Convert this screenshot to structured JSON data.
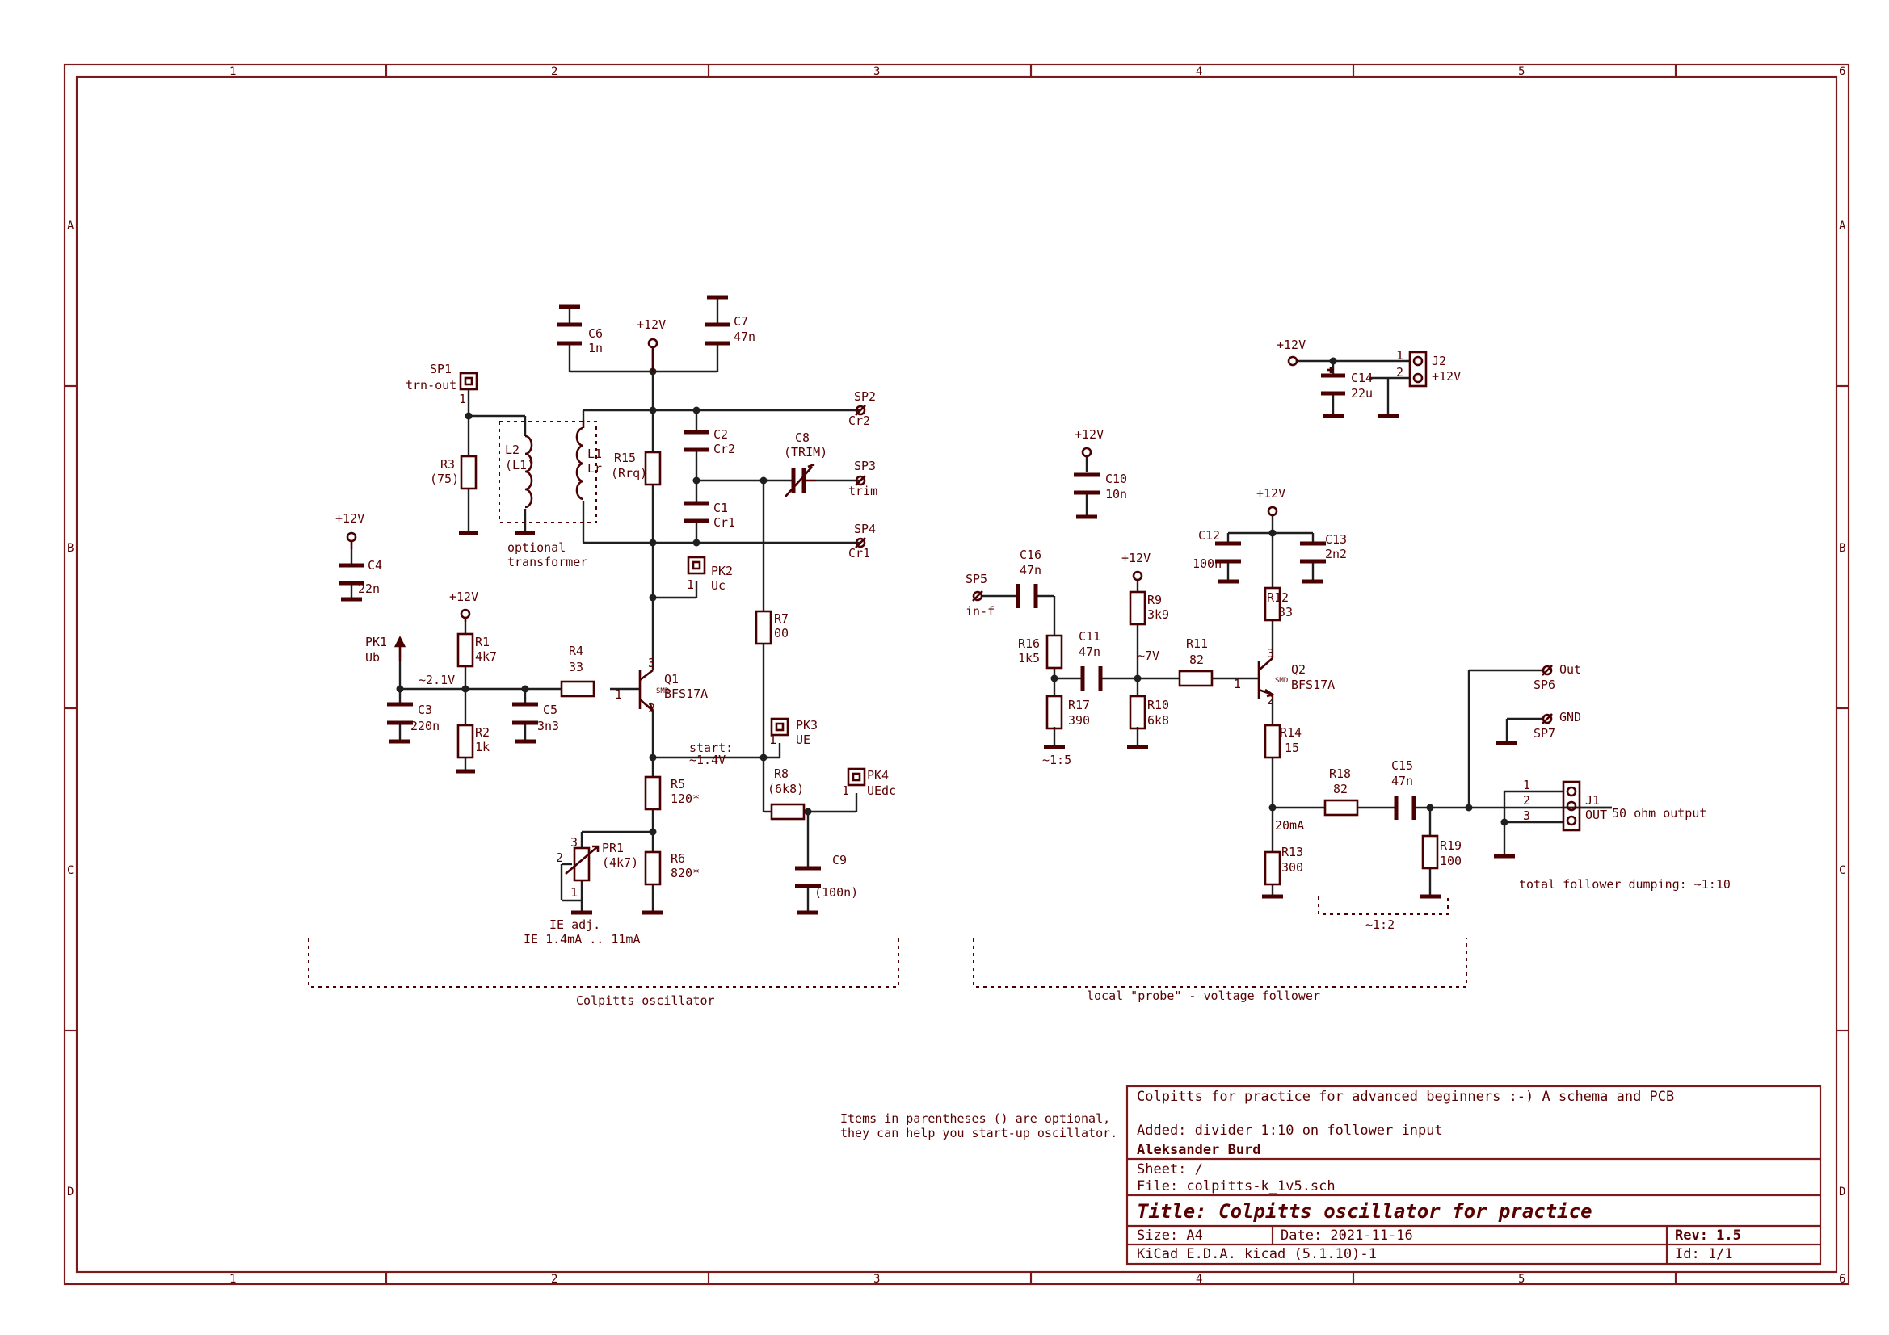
{
  "frame": {
    "columns": [
      "1",
      "2",
      "3",
      "4",
      "5",
      "6"
    ],
    "rows": [
      "A",
      "B",
      "C",
      "D"
    ]
  },
  "components": {
    "C6": {
      "ref": "C6",
      "value": "1n"
    },
    "C7": {
      "ref": "C7",
      "value": "47n"
    },
    "SP1": {
      "ref": "SP1",
      "value": "trn-out"
    },
    "SP2": {
      "ref": "SP2",
      "value": "Cr2"
    },
    "SP3": {
      "ref": "SP3",
      "value": "trim"
    },
    "SP4": {
      "ref": "SP4",
      "value": "Cr1"
    },
    "R3": {
      "ref": "R3",
      "value": "(75)"
    },
    "L2": {
      "ref": "L2",
      "value": "(L1)"
    },
    "L1": {
      "ref": "L1",
      "value": "Lr"
    },
    "R15": {
      "ref": "R15",
      "value": "(Rrq)"
    },
    "C2": {
      "ref": "C2",
      "value": "Cr2"
    },
    "C1": {
      "ref": "C1",
      "value": "Cr1"
    },
    "C8": {
      "ref": "C8",
      "value": "(TRIM)"
    },
    "PK2": {
      "ref": "PK2",
      "value": "Uc"
    },
    "C4": {
      "ref": "C4",
      "value": "22n"
    },
    "R1": {
      "ref": "R1",
      "value": "4k7"
    },
    "PK1": {
      "ref": "PK1",
      "value": "Ub"
    },
    "R4": {
      "ref": "R4",
      "value": "33"
    },
    "Q1": {
      "ref": "Q1",
      "value": "BFS17A"
    },
    "R7": {
      "ref": "R7",
      "value": "00"
    },
    "C3": {
      "ref": "C3",
      "value": "220n"
    },
    "R2": {
      "ref": "R2",
      "value": "1k"
    },
    "C5": {
      "ref": "C5",
      "value": "3n3"
    },
    "PK3": {
      "ref": "PK3",
      "value": "UE"
    },
    "R8": {
      "ref": "R8",
      "value": "(6k8)"
    },
    "PK4": {
      "ref": "PK4",
      "value": "UEdc"
    },
    "R5": {
      "ref": "R5",
      "value": "120*"
    },
    "R6": {
      "ref": "R6",
      "value": "820*"
    },
    "PR1": {
      "ref": "PR1",
      "value": "(4k7)"
    },
    "C9": {
      "ref": "C9",
      "value": "(100n)"
    },
    "C10": {
      "ref": "C10",
      "value": "10n"
    },
    "C12": {
      "ref": "C12",
      "value": "100n"
    },
    "C13": {
      "ref": "C13",
      "value": "2n2"
    },
    "C16": {
      "ref": "C16",
      "value": "47n"
    },
    "SP5": {
      "ref": "SP5",
      "value": "in-f"
    },
    "R9": {
      "ref": "R9",
      "value": "3k9"
    },
    "R12": {
      "ref": "R12",
      "value": "33"
    },
    "R16": {
      "ref": "R16",
      "value": "1k5"
    },
    "C11": {
      "ref": "C11",
      "value": "47n"
    },
    "R11": {
      "ref": "R11",
      "value": "82"
    },
    "Q2": {
      "ref": "Q2",
      "value": "BFS17A"
    },
    "R17": {
      "ref": "R17",
      "value": "390"
    },
    "R10": {
      "ref": "R10",
      "value": "6k8"
    },
    "R14": {
      "ref": "R14",
      "value": "15"
    },
    "R18": {
      "ref": "R18",
      "value": "82"
    },
    "C15": {
      "ref": "C15",
      "value": "47n"
    },
    "R13": {
      "ref": "R13",
      "value": "300"
    },
    "R19": {
      "ref": "R19",
      "value": "100"
    },
    "SP6": {
      "ref": "SP6",
      "value": "Out"
    },
    "SP7": {
      "ref": "SP7",
      "value": "GND"
    },
    "J1": {
      "ref": "J1",
      "value": "OUT"
    },
    "C14": {
      "ref": "C14",
      "value": "22u"
    },
    "J2": {
      "ref": "J2",
      "value": "+12V"
    }
  },
  "nets": {
    "vcc": "+12V",
    "ub_voltage": "~2.1V",
    "ue_start": "start:",
    "ue_voltage": "~1.4V",
    "q2_base_voltage": "~7V",
    "follower_current": "20mA",
    "div_1_5": "~1:5",
    "div_1_2": "~1:2",
    "smd": "SMD"
  },
  "pins": {
    "p1": "1",
    "p2": "2",
    "p3": "3"
  },
  "annotations": {
    "optional_transformer": [
      "optional",
      "transformer"
    ],
    "ie_adj": [
      "IE adj.",
      "IE 1.4mA .. 11mA"
    ],
    "colpitts_block": "Colpitts oscillator",
    "probe_block": "local \"probe\" - voltage follower",
    "output_50ohm": "50 ohm output",
    "total_dumping": "total follower dumping: ~1:10",
    "optional_note": [
      "Items in parentheses () are optional,",
      "they can help you start-up oscillator."
    ]
  },
  "title_block": {
    "comment1": "Colpitts for practice for advanced beginners :-) A schema and PCB",
    "comment2": "Added: divider 1:10 on follower input",
    "author": "Aleksander Burd",
    "sheet": "Sheet: /",
    "file": "File: colpitts-k_1v5.sch",
    "title": "Title: Colpitts oscillator for practice",
    "size": "Size: A4",
    "date": "Date: 2021-11-16",
    "rev": "Rev: 1.5",
    "tool": "KiCad E.D.A.  kicad (5.1.10)-1",
    "id": "Id: 1/1"
  }
}
